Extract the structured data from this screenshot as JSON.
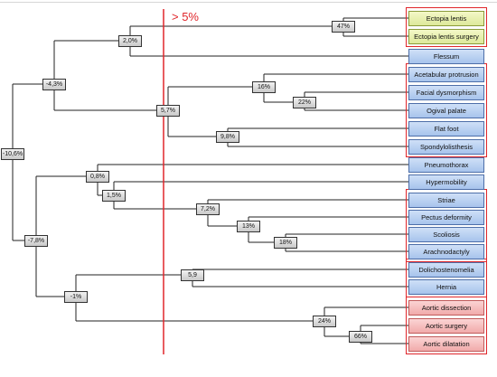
{
  "threshold_label": "> 5%",
  "colors": {
    "threshold_line": "#e0262b",
    "tree_line": "#222222"
  },
  "leaves": [
    {
      "label": "Ectopia lentis",
      "color": "yellow"
    },
    {
      "label": "Ectopia lentis surgery",
      "color": "yellow"
    },
    {
      "label": "Flessum",
      "color": "blue"
    },
    {
      "label": "Acetabular protrusion",
      "color": "blue"
    },
    {
      "label": "Facial dysmorphism",
      "color": "blue"
    },
    {
      "label": "Ogival palate",
      "color": "blue"
    },
    {
      "label": "Flat foot",
      "color": "blue"
    },
    {
      "label": "Spondylolisthesis",
      "color": "blue"
    },
    {
      "label": "Pneumothorax",
      "color": "blue"
    },
    {
      "label": "Hypermobility",
      "color": "blue"
    },
    {
      "label": "Striae",
      "color": "blue"
    },
    {
      "label": "Pectus deformity",
      "color": "blue"
    },
    {
      "label": "Scoliosis",
      "color": "blue"
    },
    {
      "label": "Arachnodactyly",
      "color": "blue"
    },
    {
      "label": "Dolichostenomelia",
      "color": "blue"
    },
    {
      "label": "Hernia",
      "color": "blue"
    },
    {
      "label": "Aortic dissection",
      "color": "pink"
    },
    {
      "label": "Aortic surgery",
      "color": "pink"
    },
    {
      "label": "Aortic dilatation",
      "color": "pink"
    }
  ],
  "nodes": [
    {
      "label": "47%"
    },
    {
      "label": "2,0%"
    },
    {
      "label": "-4,3%"
    },
    {
      "label": "16%"
    },
    {
      "label": "22%"
    },
    {
      "label": "5,7%"
    },
    {
      "label": "9,8%"
    },
    {
      "label": "-10,6%"
    },
    {
      "label": "0,8%"
    },
    {
      "label": "1,5%"
    },
    {
      "label": "7,2%"
    },
    {
      "label": "13%"
    },
    {
      "label": "18%"
    },
    {
      "label": "-7,8%"
    },
    {
      "label": "5,9"
    },
    {
      "label": "-1%"
    },
    {
      "label": "24%"
    },
    {
      "label": "66%"
    }
  ]
}
